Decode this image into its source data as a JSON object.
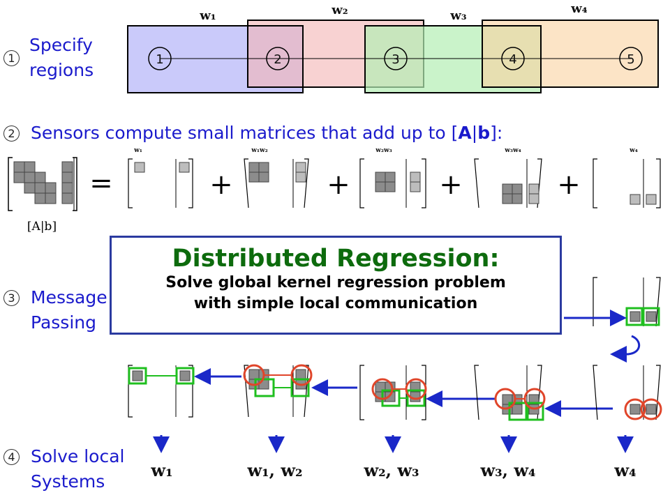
{
  "steps": [
    {
      "num": "1",
      "text": [
        "Specify",
        "regions"
      ]
    },
    {
      "num": "2",
      "text_prefix": "Sensors compute small matrices that add up to [",
      "text_A": "A",
      "text_sep": "|",
      "text_b": "b",
      "text_suffix": "]:"
    },
    {
      "num": "3",
      "text": [
        "Message",
        "Passing"
      ]
    },
    {
      "num": "4",
      "text": [
        "Solve local",
        "Systems"
      ]
    }
  ],
  "regions": [
    "w₁",
    "w₂",
    "w₃",
    "w₄"
  ],
  "nodes": [
    "1",
    "2",
    "3",
    "4",
    "5"
  ],
  "matrix_labels": [
    "[A|b]",
    "w₁",
    "w₁w₂",
    "w₂w₃",
    "w₃w₄",
    "w₄"
  ],
  "operators": {
    "equals": "=",
    "plus": "+"
  },
  "solutions": [
    "w₁",
    "w₁, w₂",
    "w₂, w₃",
    "w₃, w₄",
    "w₄"
  ],
  "callout": {
    "title": "Distributed Regression:",
    "line1": "Solve global kernel regression problem",
    "line2": "with simple local communication"
  },
  "colors": {
    "region1": "#c4c4fa",
    "region2": "#f6c4c4",
    "region3": "#c4f0c4",
    "region4": "#fadcb4",
    "step_text": "#1a1acc",
    "callout_title": "#0d6b0d",
    "callout_border": "#2b3aa0",
    "arrow": "#1a28c8",
    "message_box": "#1fbf1f",
    "circle": "#e0452a"
  }
}
